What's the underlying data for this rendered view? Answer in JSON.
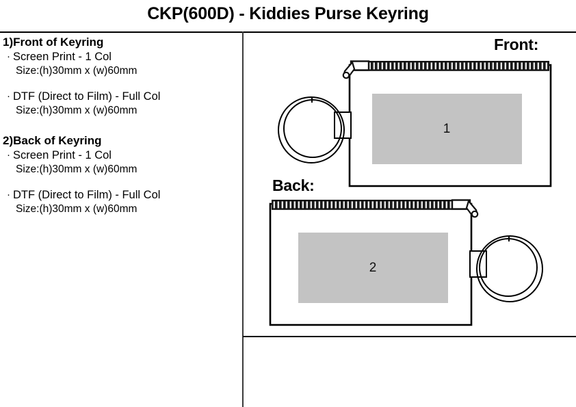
{
  "document": {
    "title": "CKP(600D) - Kiddies Purse Keyring"
  },
  "spec_panel": {
    "groups": [
      {
        "heading": "1)Front of Keyring",
        "options": [
          {
            "bullet": "·",
            "method": "Screen Print - 1 Col",
            "size": "Size:(h)30mm x (w)60mm"
          },
          {
            "bullet": "·",
            "method": "DTF (Direct to Film) - Full Col",
            "size": "Size:(h)30mm x (w)60mm"
          }
        ]
      },
      {
        "heading": "2)Back of Keyring",
        "options": [
          {
            "bullet": "·",
            "method": "Screen Print - 1 Col",
            "size": "Size:(h)30mm x (w)60mm"
          },
          {
            "bullet": "·",
            "method": "DTF (Direct to Film) - Full Col",
            "size": "Size:(h)30mm x (w)60mm"
          }
        ]
      }
    ]
  },
  "views": {
    "front": {
      "label": "Front:",
      "print_area_number": "1",
      "keyring_side": "left",
      "zipper_pull_side": "left"
    },
    "back": {
      "label": "Back:",
      "print_area_number": "2",
      "keyring_side": "right",
      "zipper_pull_side": "right"
    }
  },
  "colors": {
    "print_area_fill": "#c3c3c3",
    "outline": "#000000",
    "background": "#ffffff",
    "divider": "#3a3a3a"
  }
}
